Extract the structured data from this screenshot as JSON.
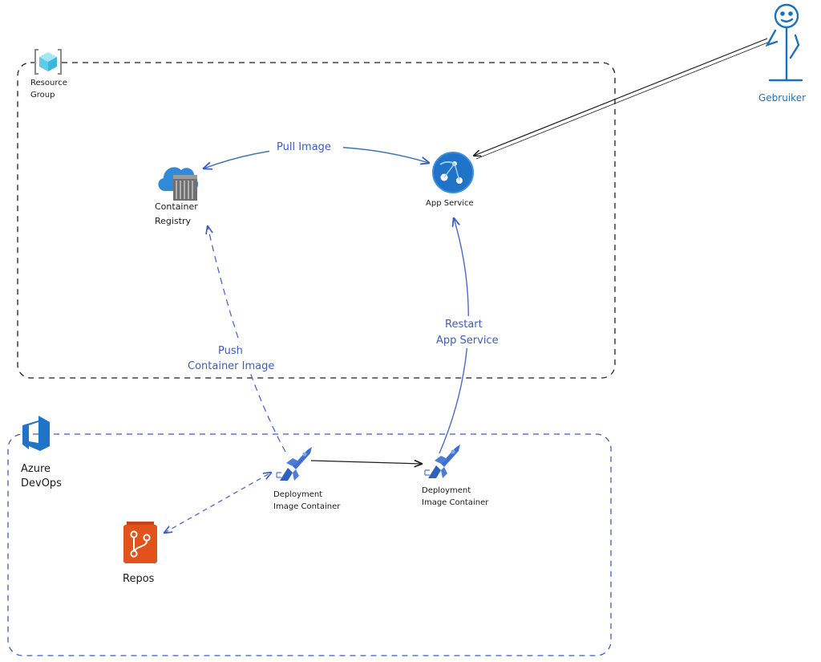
{
  "groups": {
    "resource_group": {
      "label_line1": "Resource",
      "label_line2": "Group"
    },
    "azure_devops": {
      "label_line1": "Azure",
      "label_line2": "DevOps"
    }
  },
  "nodes": {
    "container_registry": {
      "label_line1": "Container",
      "label_line2": "Registry",
      "icon": "container-registry-icon"
    },
    "app_service": {
      "label": "App Service",
      "icon": "app-service-icon"
    },
    "deployment_1": {
      "label_line1": "Deployment",
      "label_line2": "Image Container",
      "icon": "pipeline-rocket-icon"
    },
    "deployment_2": {
      "label_line1": "Deployment",
      "label_line2": "Image Container",
      "icon": "pipeline-rocket-icon"
    },
    "repos": {
      "label": "Repos",
      "icon": "repos-git-icon"
    },
    "user": {
      "label": "Gebruiker",
      "icon": "stick-figure-icon"
    }
  },
  "edges": {
    "pull_image": {
      "label": "Pull Image"
    },
    "push_image": {
      "label_line1": "Push",
      "label_line2": "Container Image"
    },
    "restart": {
      "label_line1": "Restart",
      "label_line2": "App Service"
    }
  },
  "colors": {
    "dark_stroke": "#1e1e1e",
    "blue_arrow": "#3b5bc9",
    "azure_blue": "#1f74c8",
    "repos_orange": "#e2521b",
    "user_blue": "#1971c2"
  }
}
